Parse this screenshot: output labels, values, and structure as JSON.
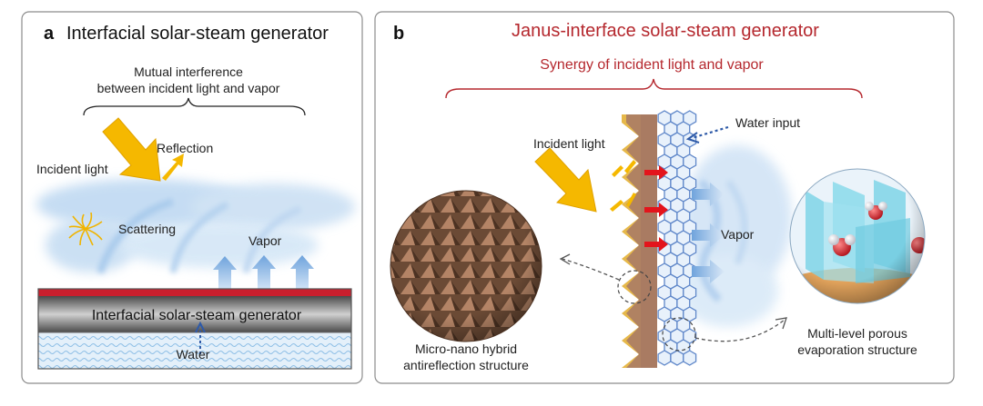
{
  "panel_a": {
    "letter": "a",
    "title": "Interfacial solar-steam generator",
    "top_note_line1": "Mutual interference",
    "top_note_line2": "between incident light and vapor",
    "reflection": "Reflection",
    "incident_light": "Incident light",
    "scattering": "Scattering",
    "vapor": "Vapor",
    "generator_label": "Interfacial solar-steam generator",
    "water": "Water"
  },
  "panel_b": {
    "letter": "b",
    "title": "Janus-interface solar-steam generator",
    "synergy": "Synergy of incident light and vapor",
    "water_input": "Water input",
    "incident_light": "Incident light",
    "vapor": "Vapor",
    "left_caption_line1": "Micro-nano hybrid",
    "left_caption_line2": "antireflection structure",
    "right_caption_line1": "Multi-level porous",
    "right_caption_line2": "evaporation structure"
  },
  "colors": {
    "title_red": "#b5282e",
    "sun_arrow": "#f5b800",
    "vapor_blue": "#9cc3ea",
    "heat_red": "#e3141c",
    "absorber_brown": "#a97b62",
    "water_blue": "#7fb3df"
  }
}
